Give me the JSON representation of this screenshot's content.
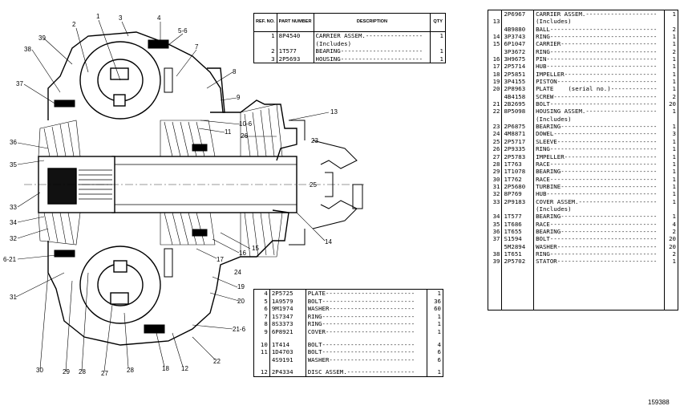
{
  "top_table": {
    "headers": [
      "REF. NO.",
      "PART NUMBER",
      "DESCRIPTION",
      "QTY"
    ],
    "rows": [
      {
        "ref": "1",
        "pn": "8P4540",
        "desc": "CARRIER ASSEM.",
        "qty": "1"
      },
      {
        "ref": "",
        "pn": "",
        "desc": "(Includes)",
        "qty": ""
      },
      {
        "ref": "2",
        "pn": "1T577",
        "desc": "BEARING",
        "qty": "1"
      },
      {
        "ref": "3",
        "pn": "2P5693",
        "desc": "HOUSING",
        "qty": "1"
      }
    ]
  },
  "bottom_table": {
    "rows": [
      {
        "ref": "4",
        "pn": "2P5725",
        "desc": "PLATE",
        "qty": "1"
      },
      {
        "ref": "5",
        "pn": "1A9579",
        "desc": "BOLT",
        "qty": "36"
      },
      {
        "ref": "6",
        "pn": "9M1974",
        "desc": "WASHER",
        "qty": "60"
      },
      {
        "ref": "7",
        "pn": "1S7347",
        "desc": "RING",
        "qty": "1"
      },
      {
        "ref": "8",
        "pn": "8S3373",
        "desc": "RING",
        "qty": "1"
      },
      {
        "ref": "9",
        "pn": "6P8921",
        "desc": "COVER",
        "qty": "1"
      },
      {
        "ref": "10",
        "pn": "1T414",
        "desc": "BOLT",
        "qty": "4"
      },
      {
        "ref": "11",
        "pn": "1D4703",
        "desc": "BOLT",
        "qty": "6"
      },
      {
        "ref": "",
        "pn": "4S9191",
        "desc": "WASHER",
        "qty": "6"
      },
      {
        "ref": "12",
        "pn": "2P4334",
        "desc": "DISC ASSEM.",
        "qty": "1"
      }
    ]
  },
  "right_table": {
    "rows": [
      {
        "ref": "",
        "pn": "2P6967",
        "desc": "CARRIER ASSEM.",
        "qty": "1"
      },
      {
        "ref": "13",
        "pn": "",
        "desc": "(Includes)",
        "qty": ""
      },
      {
        "ref": "",
        "pn": "4B9880",
        "desc": "BALL",
        "qty": "2"
      },
      {
        "ref": "14",
        "pn": "3P3743",
        "desc": "RING",
        "qty": "1"
      },
      {
        "ref": "15",
        "pn": "6P1047",
        "desc": "CARRIER",
        "qty": "1"
      },
      {
        "ref": "",
        "pn": "3P3672",
        "desc": "RING",
        "qty": "2"
      },
      {
        "ref": "16",
        "pn": "3H9675",
        "desc": "PIN",
        "qty": "1"
      },
      {
        "ref": "17",
        "pn": "2P5714",
        "desc": "HUB",
        "qty": "1"
      },
      {
        "ref": "18",
        "pn": "2P5851",
        "desc": "IMPELLER",
        "qty": "1"
      },
      {
        "ref": "19",
        "pn": "3P4155",
        "desc": "PISTON",
        "qty": "1"
      },
      {
        "ref": "20",
        "pn": "2P8963",
        "desc": "PLATE",
        "note": "(serial no.)",
        "qty": "1"
      },
      {
        "ref": "",
        "pn": "4B4158",
        "desc": "SCREW",
        "qty": "2"
      },
      {
        "ref": "21",
        "pn": "2B2695",
        "desc": "BOLT",
        "qty": "20"
      },
      {
        "ref": "22",
        "pn": "8P5098",
        "desc": "HOUSING ASSEM.",
        "qty": "1"
      },
      {
        "ref": "",
        "pn": "",
        "desc": "(Includes)",
        "qty": ""
      },
      {
        "ref": "23",
        "pn": "2P6875",
        "desc": "BEARING",
        "qty": "1"
      },
      {
        "ref": "24",
        "pn": "4M8871",
        "desc": "DOWEL",
        "qty": "3"
      },
      {
        "ref": "25",
        "pn": "2P5717",
        "desc": "SLEEVE",
        "qty": "1"
      },
      {
        "ref": "26",
        "pn": "2P9335",
        "desc": "RING",
        "qty": "1"
      },
      {
        "ref": "27",
        "pn": "2P5783",
        "desc": "IMPELLER",
        "qty": "1"
      },
      {
        "ref": "28",
        "pn": "1T763",
        "desc": "RACE",
        "qty": "1"
      },
      {
        "ref": "29",
        "pn": "1T1078",
        "desc": "BEARING",
        "qty": "1"
      },
      {
        "ref": "30",
        "pn": "1T762",
        "desc": "RACE",
        "qty": "1"
      },
      {
        "ref": "31",
        "pn": "2P5680",
        "desc": "TURBINE",
        "qty": "1"
      },
      {
        "ref": "32",
        "pn": "8P769",
        "desc": "HUB",
        "qty": "1"
      },
      {
        "ref": "33",
        "pn": "2P9183",
        "desc": "COVER ASSEM.",
        "qty": "1"
      },
      {
        "ref": "",
        "pn": "",
        "desc": "(Includes)",
        "qty": ""
      },
      {
        "ref": "34",
        "pn": "1T577",
        "desc": "BEARING",
        "qty": "1"
      },
      {
        "ref": "35",
        "pn": "1T686",
        "desc": "RACE",
        "qty": "4"
      },
      {
        "ref": "36",
        "pn": "1T655",
        "desc": "BEARING",
        "qty": "2"
      },
      {
        "ref": "37",
        "pn": "S1594",
        "desc": "BOLT",
        "qty": "20"
      },
      {
        "ref": "",
        "pn": "5M2894",
        "desc": "WASHER",
        "qty": "20"
      },
      {
        "ref": "38",
        "pn": "1T651",
        "desc": "RING",
        "qty": "2"
      },
      {
        "ref": "39",
        "pn": "2P5702",
        "desc": "STATOR",
        "qty": "1"
      }
    ]
  },
  "figure_number": "159388",
  "callouts": [
    "1",
    "2",
    "3",
    "4",
    "5",
    "6",
    "7",
    "8",
    "9",
    "10",
    "11",
    "12",
    "13",
    "14",
    "15",
    "16",
    "17",
    "18",
    "19",
    "20",
    "21",
    "22",
    "23",
    "24",
    "25",
    "26",
    "27",
    "28",
    "29",
    "30",
    "31",
    "32",
    "33",
    "34",
    "35",
    "36",
    "37",
    "38",
    "39"
  ],
  "callout_extra": {
    "c5": "5-6",
    "c10": "10-6",
    "c21a": "6-21",
    "c21b": "21-6"
  }
}
